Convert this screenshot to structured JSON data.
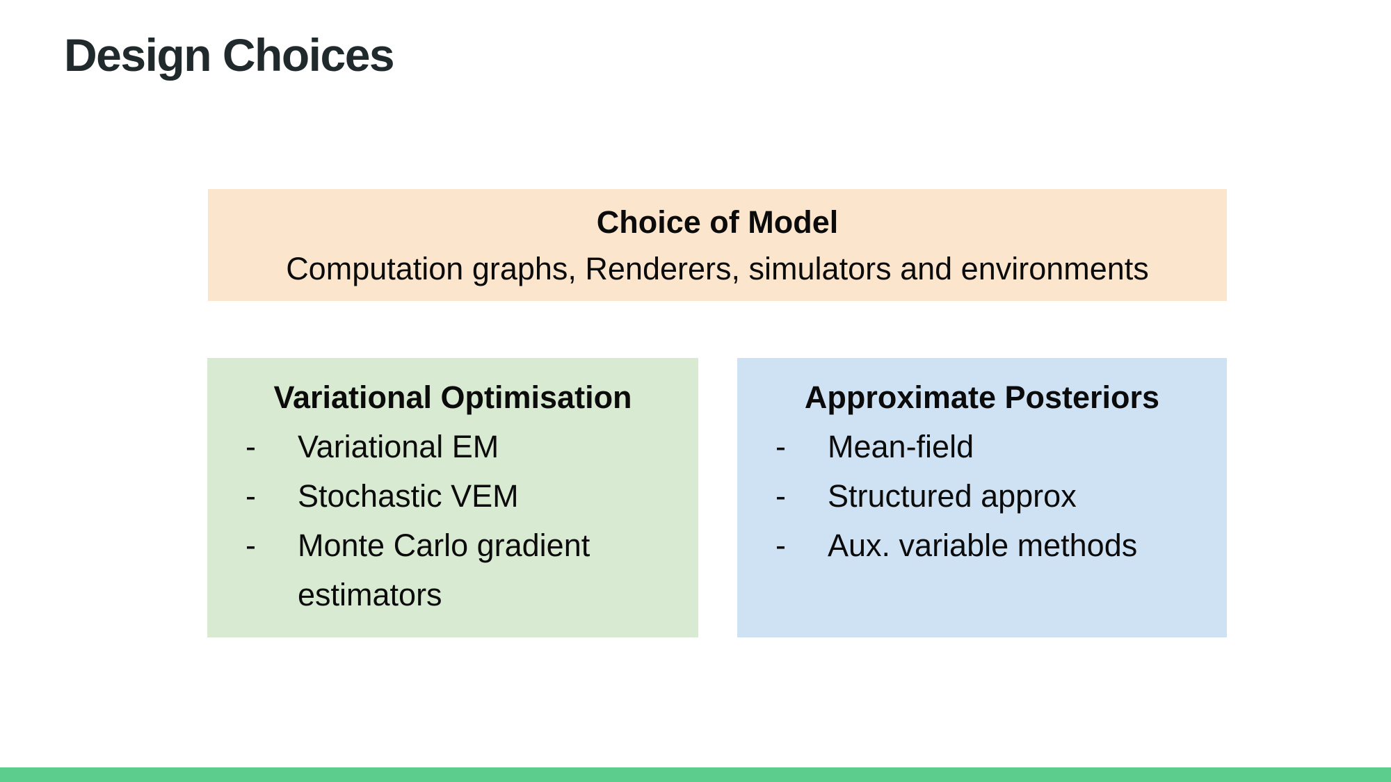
{
  "slide": {
    "title": "Design Choices",
    "bullet_char": "-",
    "colors": {
      "model_box_bg": "#fce5cd",
      "optimisation_box_bg": "#d9ead3",
      "posteriors_box_bg": "#cfe2f3",
      "footer_bar": "#5dcd8e",
      "title_text": "#20292c",
      "body_text": "#0b0b0b"
    },
    "boxes": {
      "model": {
        "title": "Choice of Model",
        "subtitle": "Computation graphs, Renderers, simulators and environments"
      },
      "optimisation": {
        "title": "Variational Optimisation",
        "items": [
          "Variational EM",
          "Stochastic VEM",
          "Monte Carlo gradient estimators"
        ]
      },
      "posteriors": {
        "title": "Approximate Posteriors",
        "items": [
          "Mean-field",
          "Structured approx",
          "Aux. variable methods"
        ]
      }
    }
  }
}
